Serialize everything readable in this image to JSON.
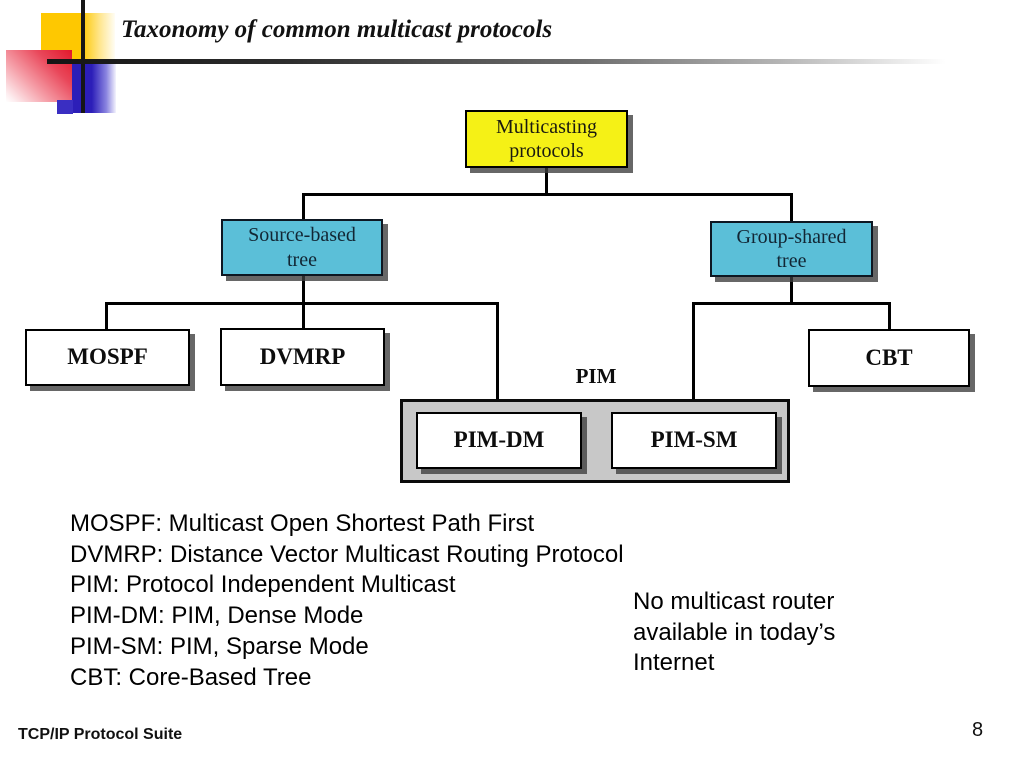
{
  "slide": {
    "title": "Taxonomy of common multicast protocols",
    "footer": {
      "left_text": "TCP/IP Protocol Suite",
      "page_number": "8"
    }
  },
  "diagram": {
    "root": {
      "line1": "Multicasting",
      "line2": "protocols"
    },
    "source": {
      "line1": "Source-based",
      "line2": "tree"
    },
    "group": {
      "line1": "Group-shared",
      "line2": "tree"
    },
    "mospf": {
      "label": "MOSPF"
    },
    "dvmrp": {
      "label": "DVMRP"
    },
    "cbt": {
      "label": "CBT"
    },
    "pim": {
      "group_label": "PIM",
      "dm_label": "PIM-DM",
      "sm_label": "PIM-SM"
    }
  },
  "definitions": {
    "lines": [
      "MOSPF: Multicast Open Shortest Path First",
      "DVMRP: Distance Vector Multicast Routing Protocol",
      "PIM: Protocol Independent Multicast",
      "PIM-DM: PIM, Dense Mode",
      "PIM-SM: PIM, Sparse Mode",
      "CBT: Core-Based Tree"
    ]
  },
  "note": {
    "lines": [
      "No multicast router",
      "available in today’s",
      "Internet"
    ]
  },
  "colors": {
    "root_fill": "#f5f116",
    "tree_fill": "#5bbfd8",
    "leaf_fill": "#ffffff",
    "pim_container_fill": "#c8c8c8",
    "connector": "#000000",
    "deco_yellow": "#fec801",
    "deco_red": "#e2182b",
    "deco_blue": "#2c1eb8"
  }
}
